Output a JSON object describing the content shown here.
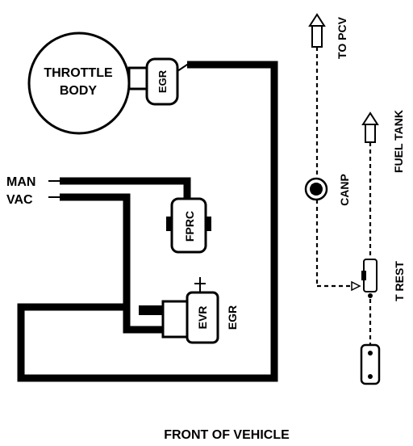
{
  "labels": {
    "throttle_body_line1": "THROTTLE",
    "throttle_body_line2": "BODY",
    "egr_port": "EGR",
    "man": "MAN",
    "vac": "VAC",
    "fprc": "FPRC",
    "evr": "EVR",
    "egr_valve": "EGR",
    "to_pcv": "TO PCV",
    "canp": "CANP",
    "fuel_tank": "FUEL TANK",
    "t_rest": "T REST",
    "front_of_vehicle": "FRONT OF VEHICLE"
  },
  "colors": {
    "line": "#000000",
    "background": "#ffffff"
  }
}
